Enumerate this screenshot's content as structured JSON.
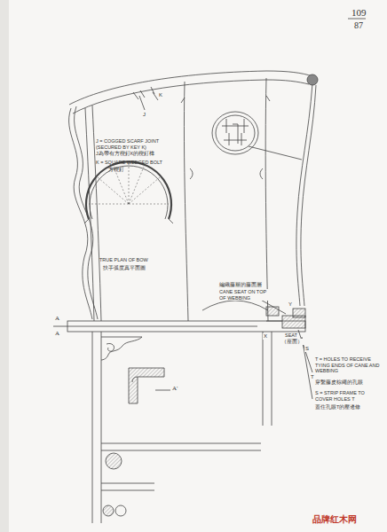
{
  "diagram": {
    "labels": [
      "109",
      "87",
      "J = COGGED SCARF JOINT (SECURED BY KEY K)",
      "J為帶有方楔釘K的楔釘榫",
      "K = SQUARE WEDGED BOLT",
      "方楔釘",
      "TRUE PLAN OF BOW",
      "扶手弧度真平面圖",
      "編織藤屜的藤面層",
      "CANE SEAT ON TOP OF WEBBING",
      "SEAT",
      "（座面）",
      "X",
      "Y",
      "T = HOLES TO RECEIVE TYING ENDS OF CANE AND WEBBING",
      "穿繫藤皮棕繩的孔眼",
      "S = STRIP FRAME TO COVER HOLES T",
      "蓋住孔眼T的壓邊條",
      "A",
      "A",
      "A'",
      "J",
      "K",
      "T",
      "S",
      "品牌红木网"
    ]
  }
}
